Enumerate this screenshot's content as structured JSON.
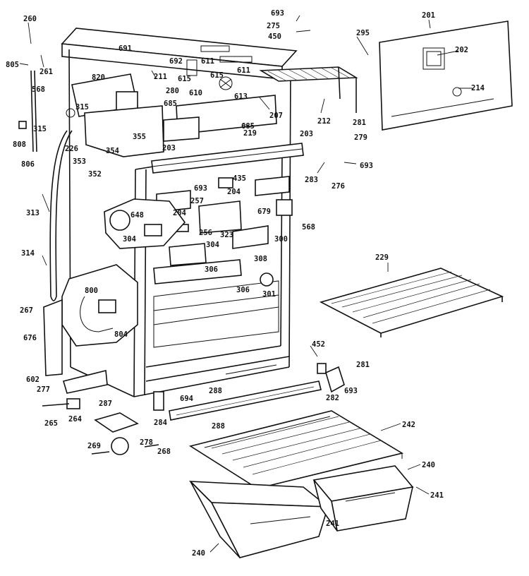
{
  "part_numbers": [
    "260",
    "805",
    "261",
    "568",
    "820",
    "691",
    "692",
    "280",
    "211",
    "615",
    "610",
    "611",
    "613",
    "615",
    "611",
    "693",
    "275",
    "450",
    "201",
    "295",
    "202",
    "214",
    "212",
    "281",
    "279",
    "693",
    "276",
    "203",
    "283",
    "207",
    "685",
    "685",
    "315",
    "315",
    "808",
    "806",
    "226",
    "353",
    "354",
    "352",
    "355",
    "219",
    "203",
    "435",
    "204",
    "693",
    "257",
    "679",
    "648",
    "204",
    "256",
    "323",
    "304",
    "300",
    "568",
    "313",
    "304",
    "314",
    "306",
    "308",
    "306",
    "301",
    "229",
    "800",
    "804",
    "267",
    "676",
    "602",
    "277",
    "265",
    "264",
    "287",
    "269",
    "278",
    "268",
    "284",
    "694",
    "288",
    "288",
    "452",
    "281",
    "693",
    "282",
    "242",
    "240",
    "241",
    "241",
    "240"
  ]
}
